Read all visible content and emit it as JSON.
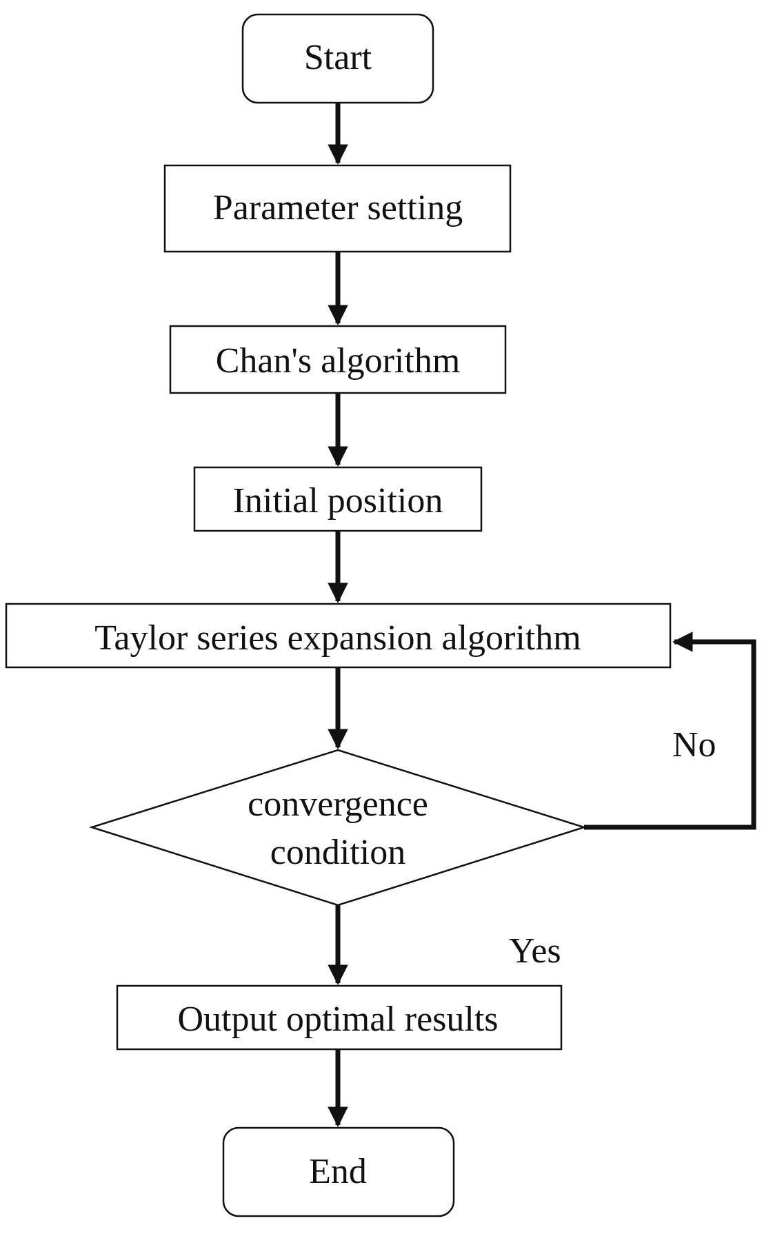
{
  "nodes": {
    "start": "Start",
    "parameter_setting": "Parameter setting",
    "chans_algorithm": "Chan's algorithm",
    "initial_position": "Initial position",
    "taylor_series": "Taylor series expansion algorithm",
    "convergence_line1": "convergence",
    "convergence_line2": "condition",
    "output_results": "Output optimal results",
    "end": "End"
  },
  "edges": {
    "no_label": "No",
    "yes_label": "Yes"
  },
  "colors": {
    "stroke": "#111111",
    "background": "#ffffff"
  }
}
